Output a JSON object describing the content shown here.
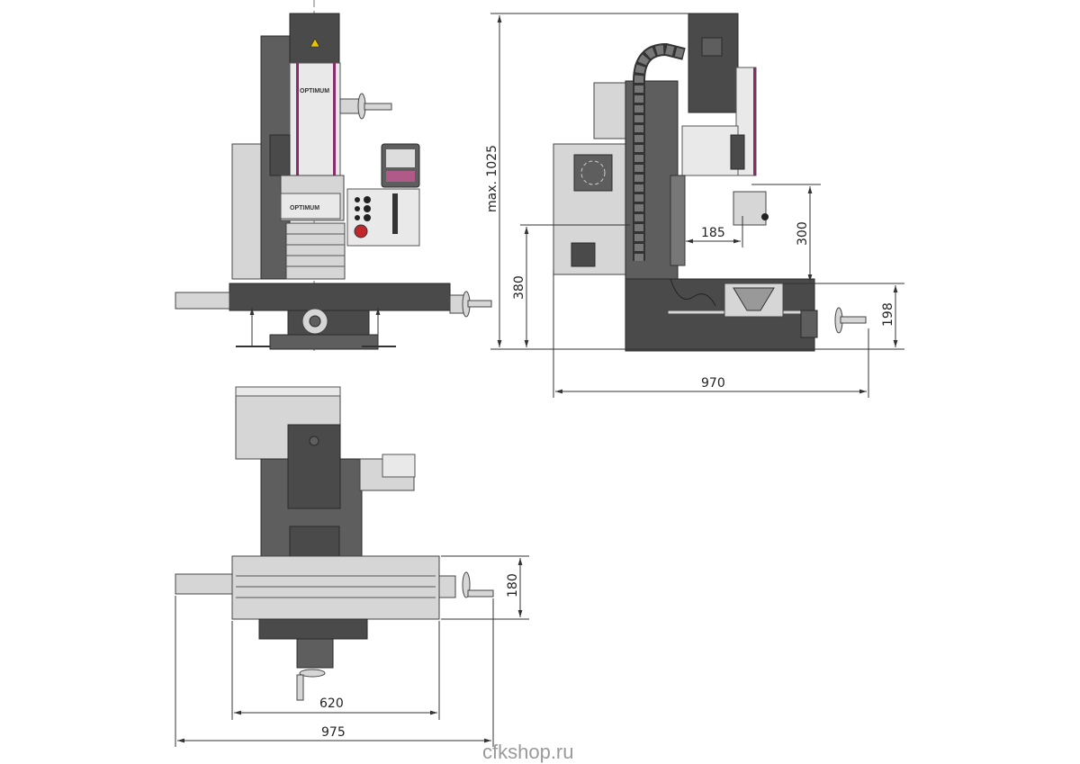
{
  "title": "Milling machine dimensional drawing",
  "brand_logo": "OPTIMUM",
  "dimensions": {
    "max_height": "max. 1025",
    "cabinet_height": "380",
    "throat_depth": "185",
    "spindle_to_table": "300",
    "table_height": "198",
    "side_length": "970",
    "table_width": "180",
    "table_length": "620",
    "total_width": "975"
  },
  "watermark": "cfkshop.ru",
  "colors": {
    "accent": "#8a2a6a",
    "machine_dark": "#4a4a4a",
    "machine_light": "#d6d6d6",
    "emergency_stop": "#c0272d"
  }
}
